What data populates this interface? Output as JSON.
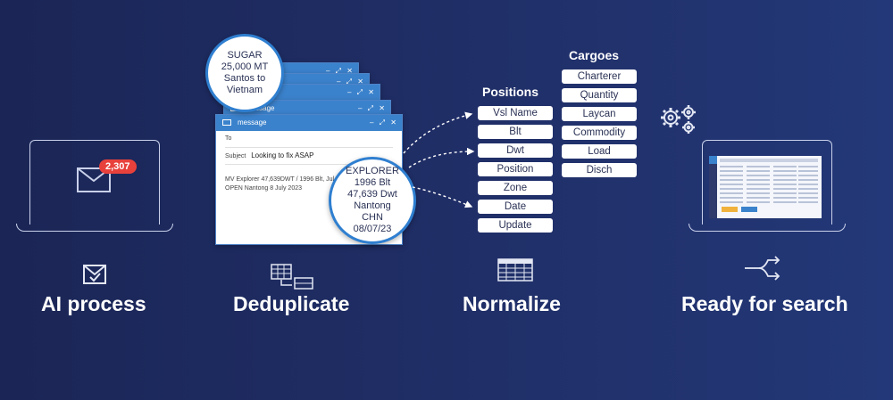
{
  "stages": {
    "ai_process": "AI process",
    "deduplicate": "Deduplicate",
    "normalize": "Normalize",
    "ready": "Ready for search"
  },
  "email_badge": "2,307",
  "cargo_bubble": [
    "SUGAR",
    "25,000 MT",
    "Santos to",
    "Vietnam"
  ],
  "message_window": {
    "title": "message",
    "to_label": "To",
    "subject_label": "Subject",
    "subject": "Looking to fix ASAP",
    "body_line1": "MV Explorer 47,639DWT / 1996 Blt, Jul",
    "body_line2": "OPEN Nantong 8 July 2023"
  },
  "vessel_bubble": [
    "EXPLORER",
    "1996 Blt",
    "47,639 Dwt",
    "Nantong",
    "CHN",
    "08/07/23"
  ],
  "positions": {
    "heading": "Positions",
    "fields": [
      "Vsl Name",
      "Blt",
      "Dwt",
      "Position",
      "Zone",
      "Date",
      "Update"
    ]
  },
  "cargoes": {
    "heading": "Cargoes",
    "fields": [
      "Charterer",
      "Quantity",
      "Laycan",
      "Commodity",
      "Load",
      "Disch"
    ]
  },
  "colors": {
    "background": "#1e2b60",
    "accent_blue": "#3b82cc",
    "badge_red": "#e8413c"
  },
  "icons": [
    "envelope-icon",
    "email-check-icon",
    "deduplicate-icon",
    "table-grid-icon",
    "gears-icon",
    "flow-arrows-icon"
  ]
}
